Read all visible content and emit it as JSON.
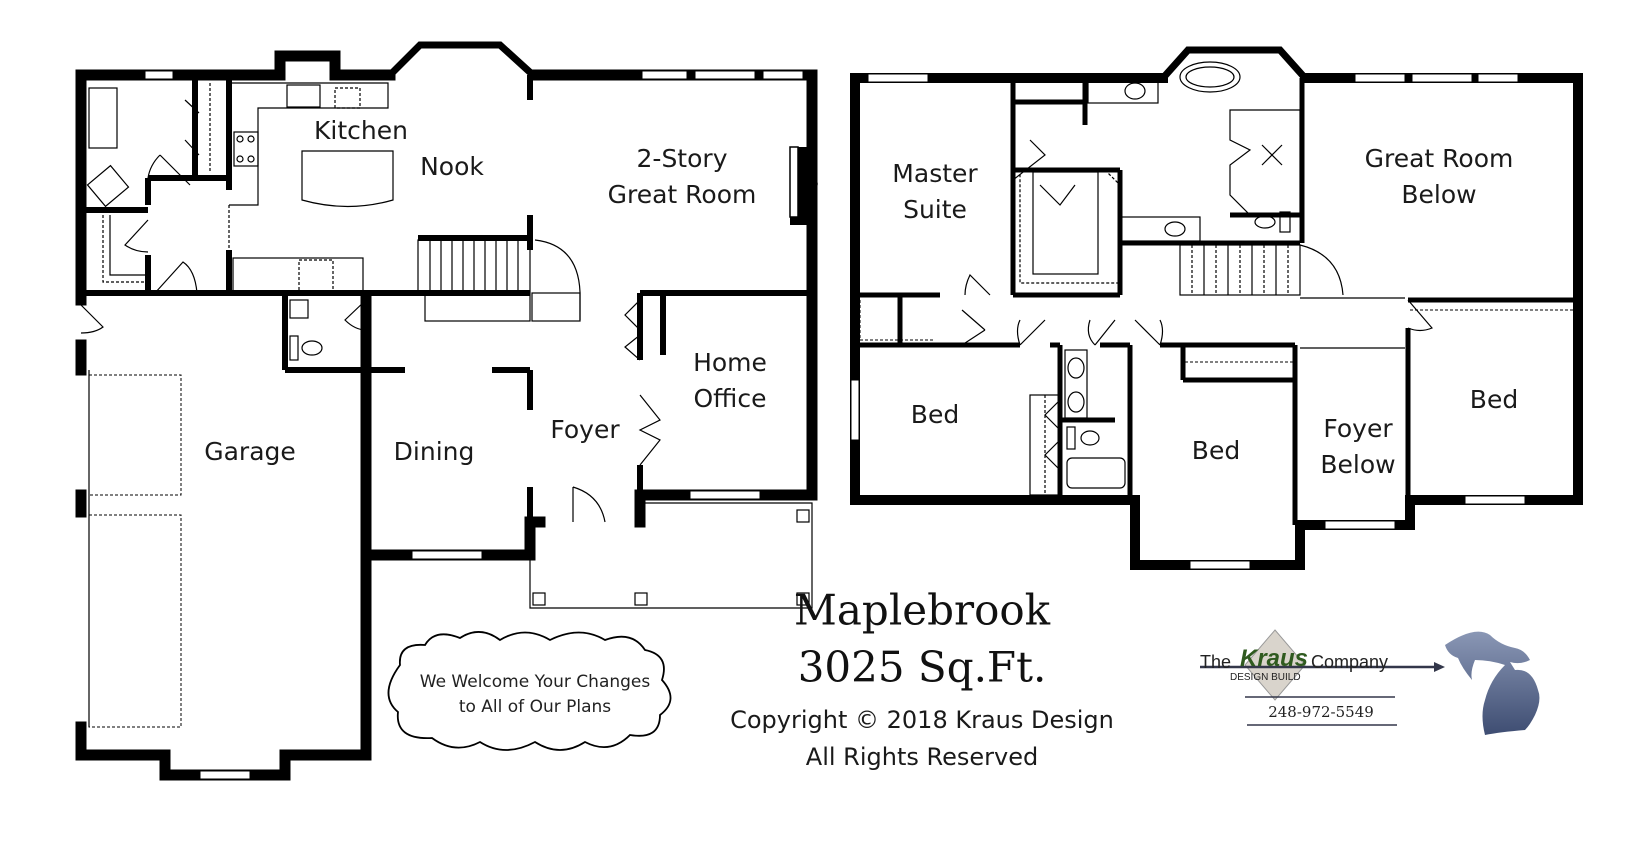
{
  "plan": {
    "name": "Maplebrook",
    "area": "3025 Sq.Ft.",
    "copyright": "Copyright © 2018 Kraus Design",
    "rights": "All Rights Reserved"
  },
  "first_floor": {
    "rooms": {
      "kitchen": "Kitchen",
      "nook": "Nook",
      "great_room": "2-Story\nGreat Room",
      "home_office": "Home\nOffice",
      "foyer": "Foyer",
      "dining": "Dining",
      "garage": "Garage"
    }
  },
  "second_floor": {
    "rooms": {
      "master_suite": "Master\nSuite",
      "great_room_below": "Great Room\nBelow",
      "bed_1": "Bed",
      "bed_2": "Bed",
      "foyer_below": "Foyer\nBelow",
      "bed_3": "Bed"
    }
  },
  "cloud_note": "We Welcome Your Changes\nto All of Our Plans",
  "logo": {
    "the": "The",
    "brand": "Kraus",
    "company": "Company",
    "tagline": "DESIGN BUILD",
    "phone": "248-972-5549",
    "brand_color": "#2f5a1f",
    "state_shape_color": "#4a5a80"
  },
  "colors": {
    "wall": "#000000",
    "background": "#ffffff",
    "text": "#1a1a1a"
  }
}
